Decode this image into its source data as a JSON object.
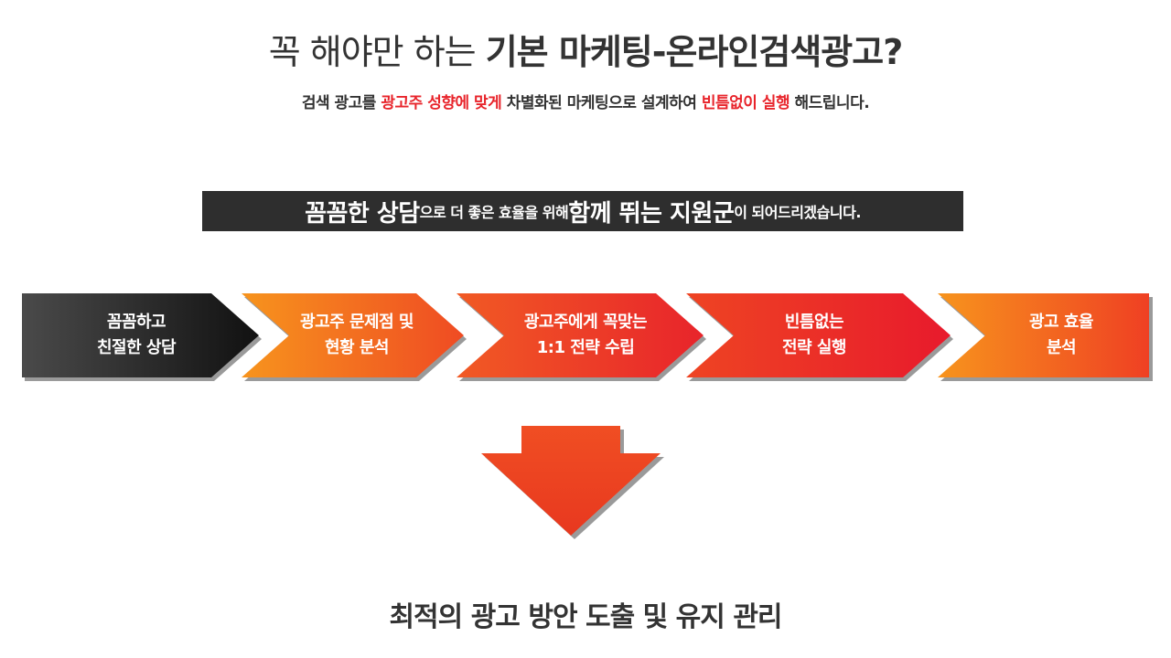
{
  "header": {
    "title_light": "꼭 해야만 하는 ",
    "title_bold": "기본 마케팅-온라인검색광고?",
    "subtitle": {
      "part1": "검색 광고를 ",
      "highlight1": "광고주 성향에 맞게",
      "part2": " 차별화된 마케팅으로 설계하여 ",
      "highlight2": "빈틈없이 실행",
      "part3": " 해드립니다."
    }
  },
  "banner": {
    "big1": "꼼꼼한 상담",
    "small1": "으로 더 좋은 효율을 위해 ",
    "big2": "함께 뛰는 지원군",
    "small2": "이 되어드리겠습니다."
  },
  "process": {
    "steps": [
      {
        "line1": "꼼꼼하고",
        "line2": "친절한 상담"
      },
      {
        "line1": "광고주 문제점 및",
        "line2": "현황 분석"
      },
      {
        "line1": "광고주에게 꼭맞는",
        "line2": "1:1 전략 수립"
      },
      {
        "line1": "빈틈없는",
        "line2": "전략 실행"
      },
      {
        "line1": "광고 효율",
        "line2": "분석"
      }
    ]
  },
  "result": {
    "text": "최적의 광고 방안 도출 및 유지 관리"
  },
  "colors": {
    "dark": "#2e2e2e",
    "red": "#e8242b",
    "orange": "#f7941d",
    "arrow_down": "#ee4422"
  }
}
